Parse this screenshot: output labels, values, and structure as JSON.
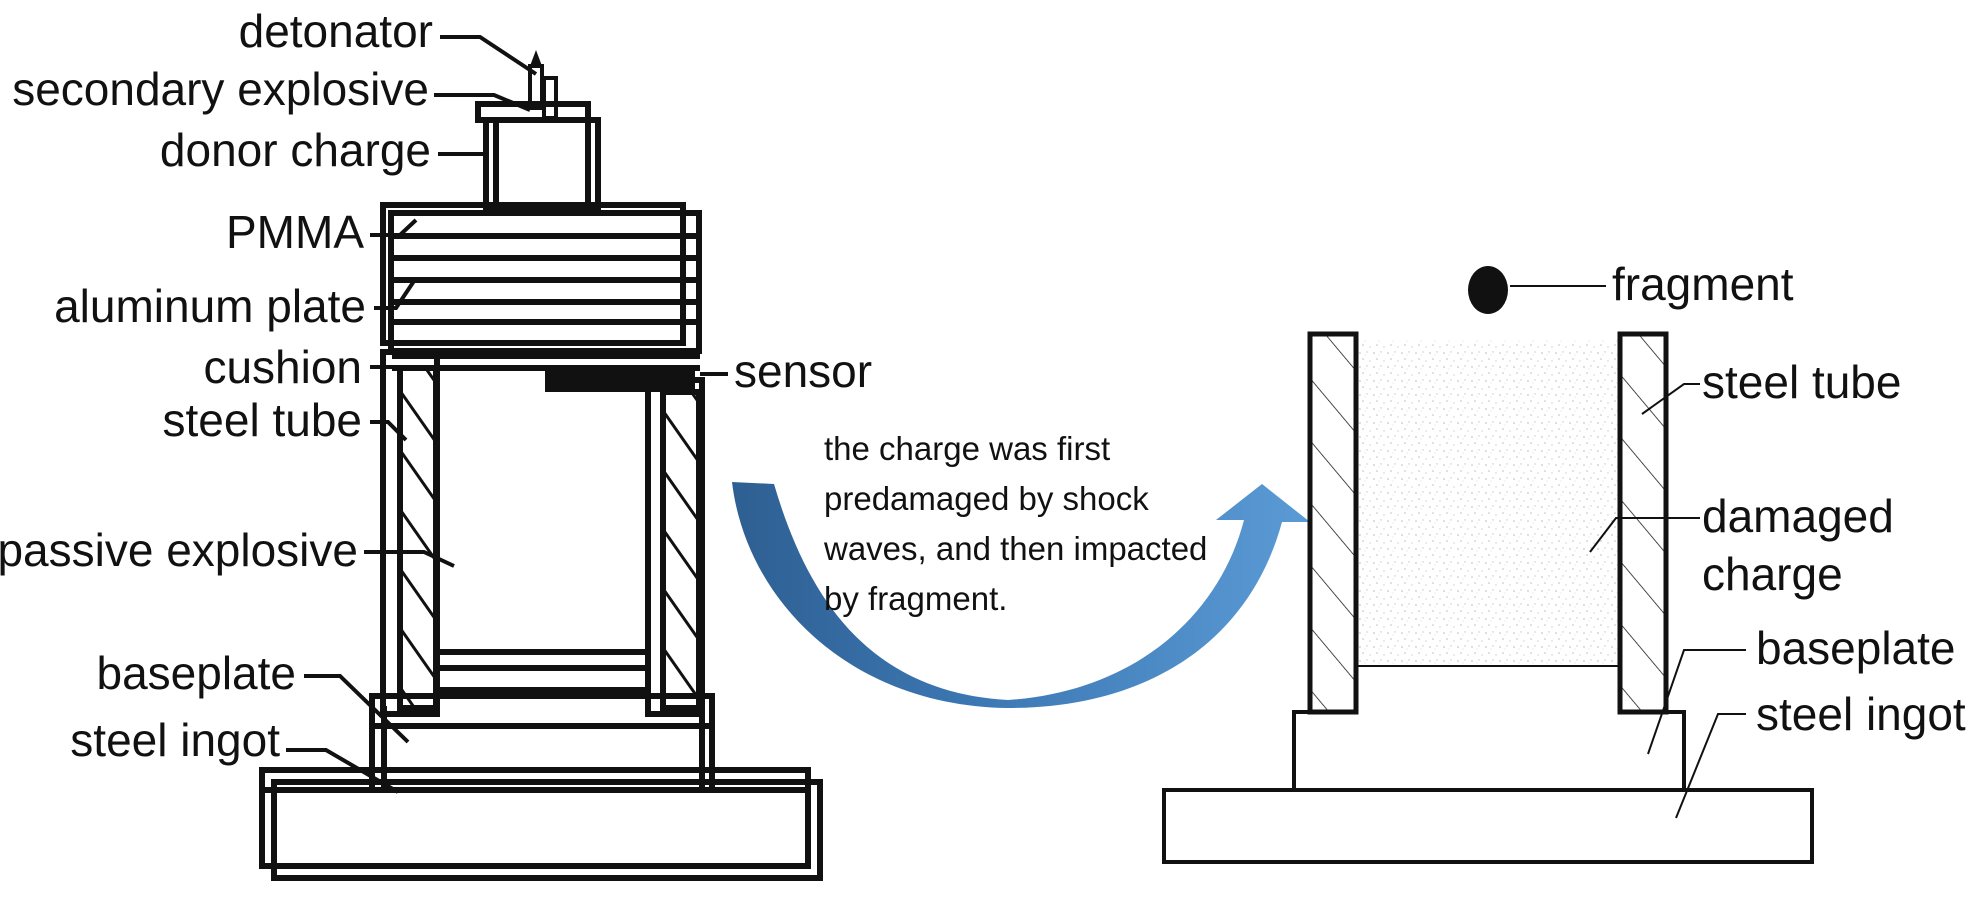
{
  "left_labels": {
    "detonator": "detonator",
    "secondary_explosive": "secondary explosive",
    "donor_charge": "donor charge",
    "pmma": "PMMA",
    "aluminum_plate": "aluminum plate",
    "cushion": "cushion",
    "steel_tube": "steel tube",
    "passive_explosive": "passive explosive",
    "baseplate": "baseplate",
    "steel_ingot": "steel ingot",
    "sensor": "sensor"
  },
  "note_lines": [
    "the charge was first",
    "predamaged by shock",
    "waves, and then impacted",
    "by fragment."
  ],
  "right_labels": {
    "fragment": "fragment",
    "steel_tube": "steel tube",
    "damaged_line1": "damaged",
    "damaged_line2": "charge",
    "baseplate": "baseplate",
    "steel_ingot": "steel ingot"
  },
  "colors": {
    "arrow_light": "#5b9bd5",
    "arrow_dark": "#2e5f92",
    "line": "#111111"
  }
}
